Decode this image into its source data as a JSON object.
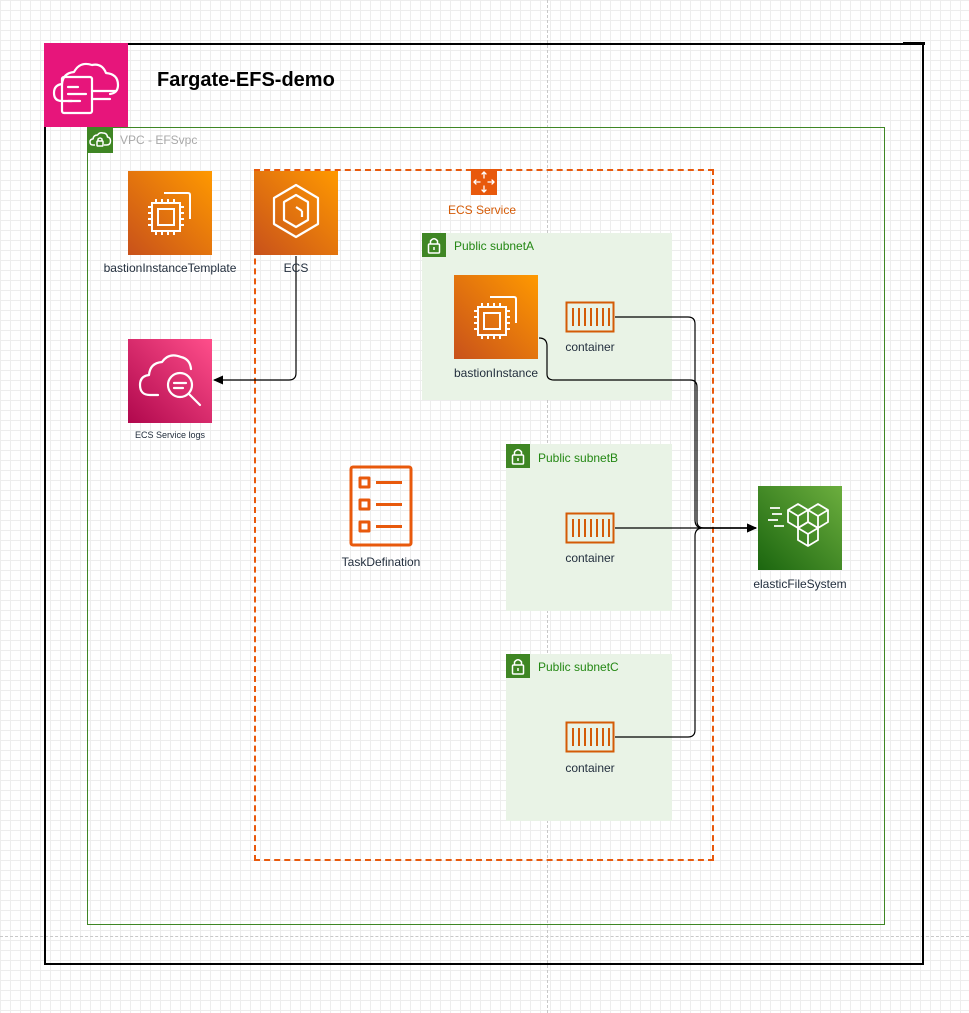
{
  "diagram": {
    "title": "Fargate-EFS-demo",
    "vpc_label": "VPC - EFSvpc",
    "ecs_service_label": "ECS Service",
    "subnets": [
      {
        "label": "Public subnetA"
      },
      {
        "label": "Public subnetB"
      },
      {
        "label": "Public subnetC"
      }
    ],
    "nodes": {
      "bastion_template": "bastionInstanceTemplate",
      "ecs": "ECS",
      "logs": "ECS Service logs",
      "task_definition": "TaskDefination",
      "bastion_instance": "bastionInstance",
      "container_a": "container",
      "container_b": "container",
      "container_c": "container",
      "efs": "elasticFileSystem"
    },
    "edges": [
      {
        "from": "ECS",
        "to": "ECS Service logs"
      },
      {
        "from": "bastionInstance",
        "to": "elasticFileSystem"
      },
      {
        "from": "container (Public subnetA)",
        "to": "elasticFileSystem"
      },
      {
        "from": "container (Public subnetB)",
        "to": "elasticFileSystem"
      },
      {
        "from": "container (Public subnetC)",
        "to": "elasticFileSystem"
      }
    ],
    "colors": {
      "compute": "#ed7100",
      "management": "#e7157b",
      "storage": "#3f8624",
      "vpc_border": "#3f8624",
      "subnet_fill": "#e9f3e6",
      "service_border": "#e8590c"
    }
  }
}
